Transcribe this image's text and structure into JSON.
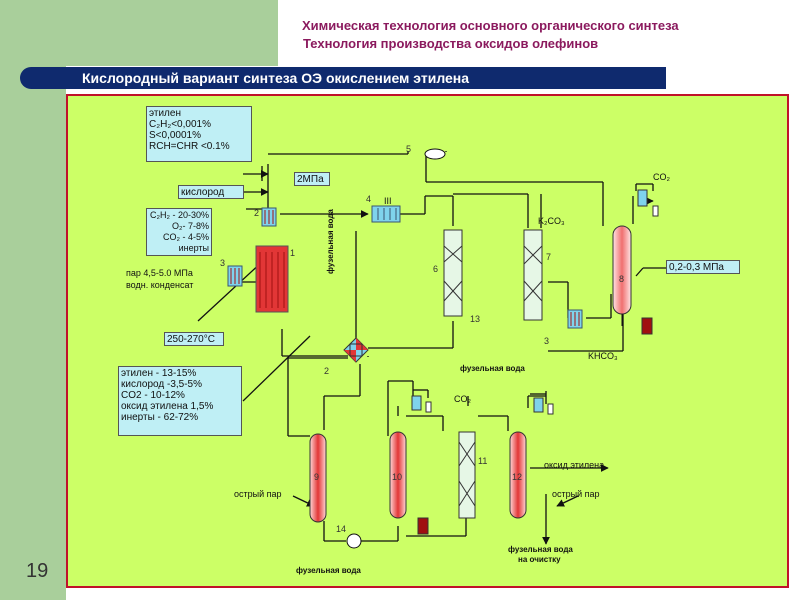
{
  "header": {
    "line1": "Химическая технология основного органического синтеза",
    "line2": "Технология производства оксидов олефинов"
  },
  "title": "Кислородный вариант синтеза ОЭ окислением этилена",
  "page_number": "19",
  "colors": {
    "sidebar_green": "#a9cf9b",
    "title_bar": "#0f2a6e",
    "header_text": "#8b1a5e",
    "diagram_bg": "#ccff66",
    "diagram_border": "#c0122a",
    "info_box": "#bfeff5",
    "column_red": "#e23636",
    "exchanger_blue": "#7fd3ec"
  },
  "boxes": {
    "feed": [
      "этилен",
      "C₂H₂<0,001%",
      "S<0,0001%",
      "RCH=CHR <0.1%"
    ],
    "oxygen": "кислород",
    "pressure_2": "2МПа",
    "composition_in": [
      "C₂H₂ - 20-30%",
      "O₂- 7-8%",
      "CO₂ - 4-5%",
      "инерты"
    ],
    "temperature": "250-270°C",
    "composition_out": [
      "этилен - 13-15%",
      "кислород -3,5-5%",
      "CO2 - 10-12%",
      "оксид этилена 1,5%",
      "инерты - 62-72%"
    ],
    "pressure_low": "0,2-0,3 МПа"
  },
  "labels": {
    "steam": "пар 4,5-5.0 МПа",
    "condensate": "водн. конденсат",
    "fusel_water_vertical": "фузельная вода",
    "fusel_water_mid": "фузельная вода",
    "fusel_water_bottom": "фузельная вода",
    "fusel_water_cleaning_1": "фузельная вода",
    "fusel_water_cleaning_2": "на очистку",
    "k2co3": "K₂CO₃",
    "co2_top": "CO₂",
    "co2_mid": "CO₂",
    "khco3": "KHCO₃",
    "live_steam_left": "острый пар",
    "live_steam_right": "острый пар",
    "ethylene_oxide": "оксид этилена",
    "roman_3": "III"
  },
  "numbers": [
    "1",
    "2",
    "3",
    "4",
    "5",
    "6",
    "7",
    "8",
    "9",
    "10",
    "11",
    "12",
    "13",
    "14",
    "2",
    "3"
  ]
}
